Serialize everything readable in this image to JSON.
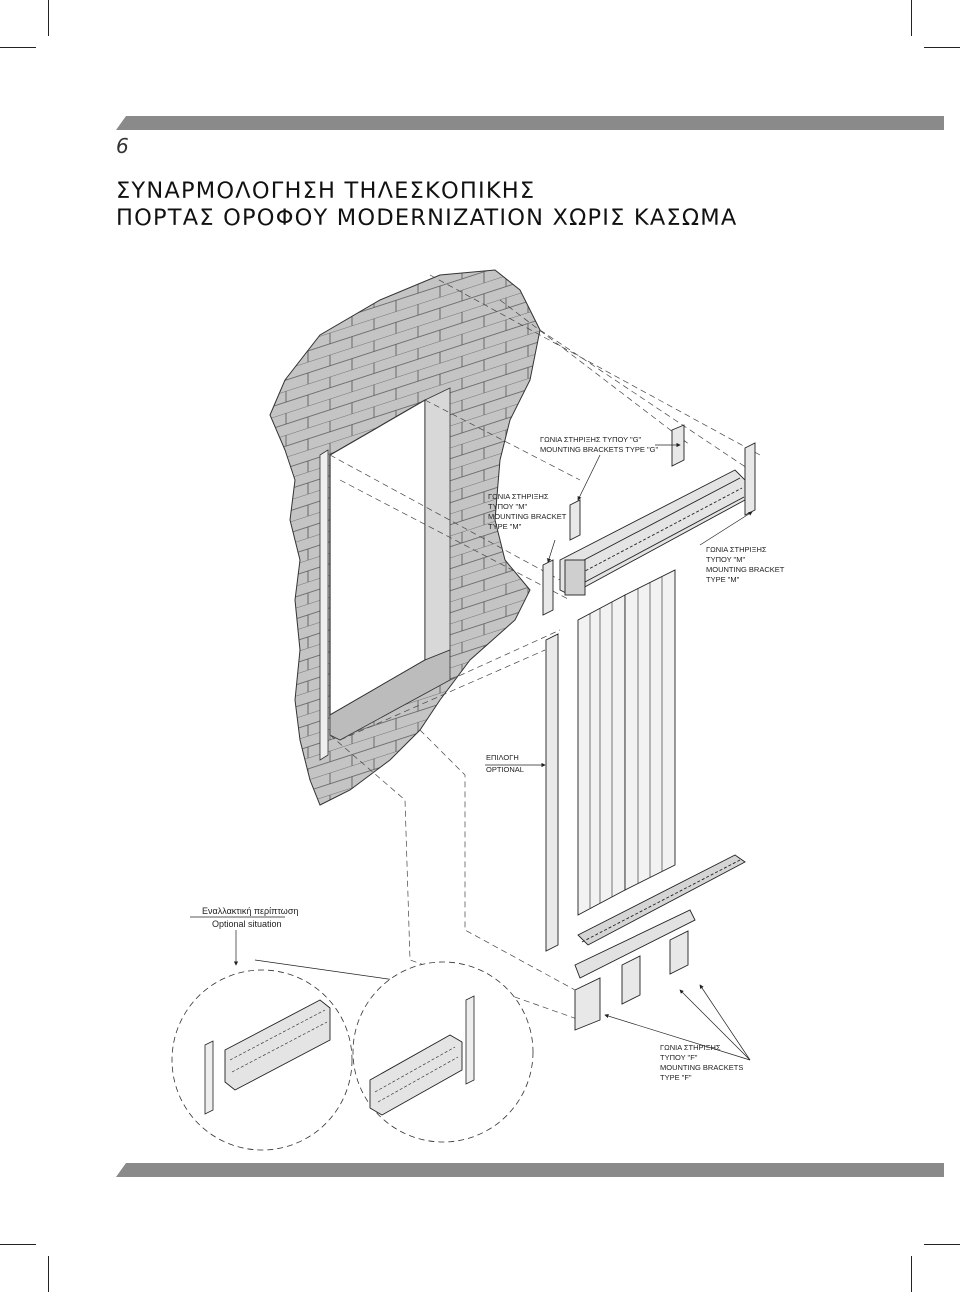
{
  "page": {
    "number": "6",
    "title_line1": "ΣΥΝΑΡΜΟΛΟΓΗΣΗ ΤΗΛΕΣΚΟΠΙΚΗΣ",
    "title_line2": "ΠΟΡΤΑΣ ΟΡΟΦΟΥ MODERNIZATION ΧΩΡΙΣ ΚΑΣΩΜΑ"
  },
  "labels": {
    "bracket_g_gr": "ΓΩΝΙΑ ΣΤΗΡΙΞΗΣ ΤΥΠΟΥ \"G\"",
    "bracket_g_en": "MOUNTING BRACKETS TYPE \"G\"",
    "bracket_m_left_gr1": "ΓΩΝΙΑ ΣΤΗΡΙΞΗΣ",
    "bracket_m_left_gr2": "ΤΥΠΟΥ \"M\"",
    "bracket_m_left_en1": "MOUNTING BRACKET",
    "bracket_m_left_en2": "TYPE \"M\"",
    "bracket_m_right_gr1": "ΓΩΝΙΑ ΣΤΗΡΙΞΗΣ",
    "bracket_m_right_gr2": "ΤΥΠΟΥ \"M\"",
    "bracket_m_right_en1": "MOUNTING BRACKET",
    "bracket_m_right_en2": "TYPE \"M\"",
    "optional_gr": "ΕΠΙΛΟΓΗ",
    "optional_en": "OPTIONAL",
    "alt_case_gr": "Εναλλακτική περίπτωση",
    "alt_case_en": "Optional situation",
    "bracket_f_gr1": "ΓΩΝΙΑ ΣΤΗΡΙΞΗΣ",
    "bracket_f_gr2": "ΤΥΠΟΥ \"F\"",
    "bracket_f_en1": "MOUNTING BRACKETS",
    "bracket_f_en2": "TYPE \"F\""
  }
}
